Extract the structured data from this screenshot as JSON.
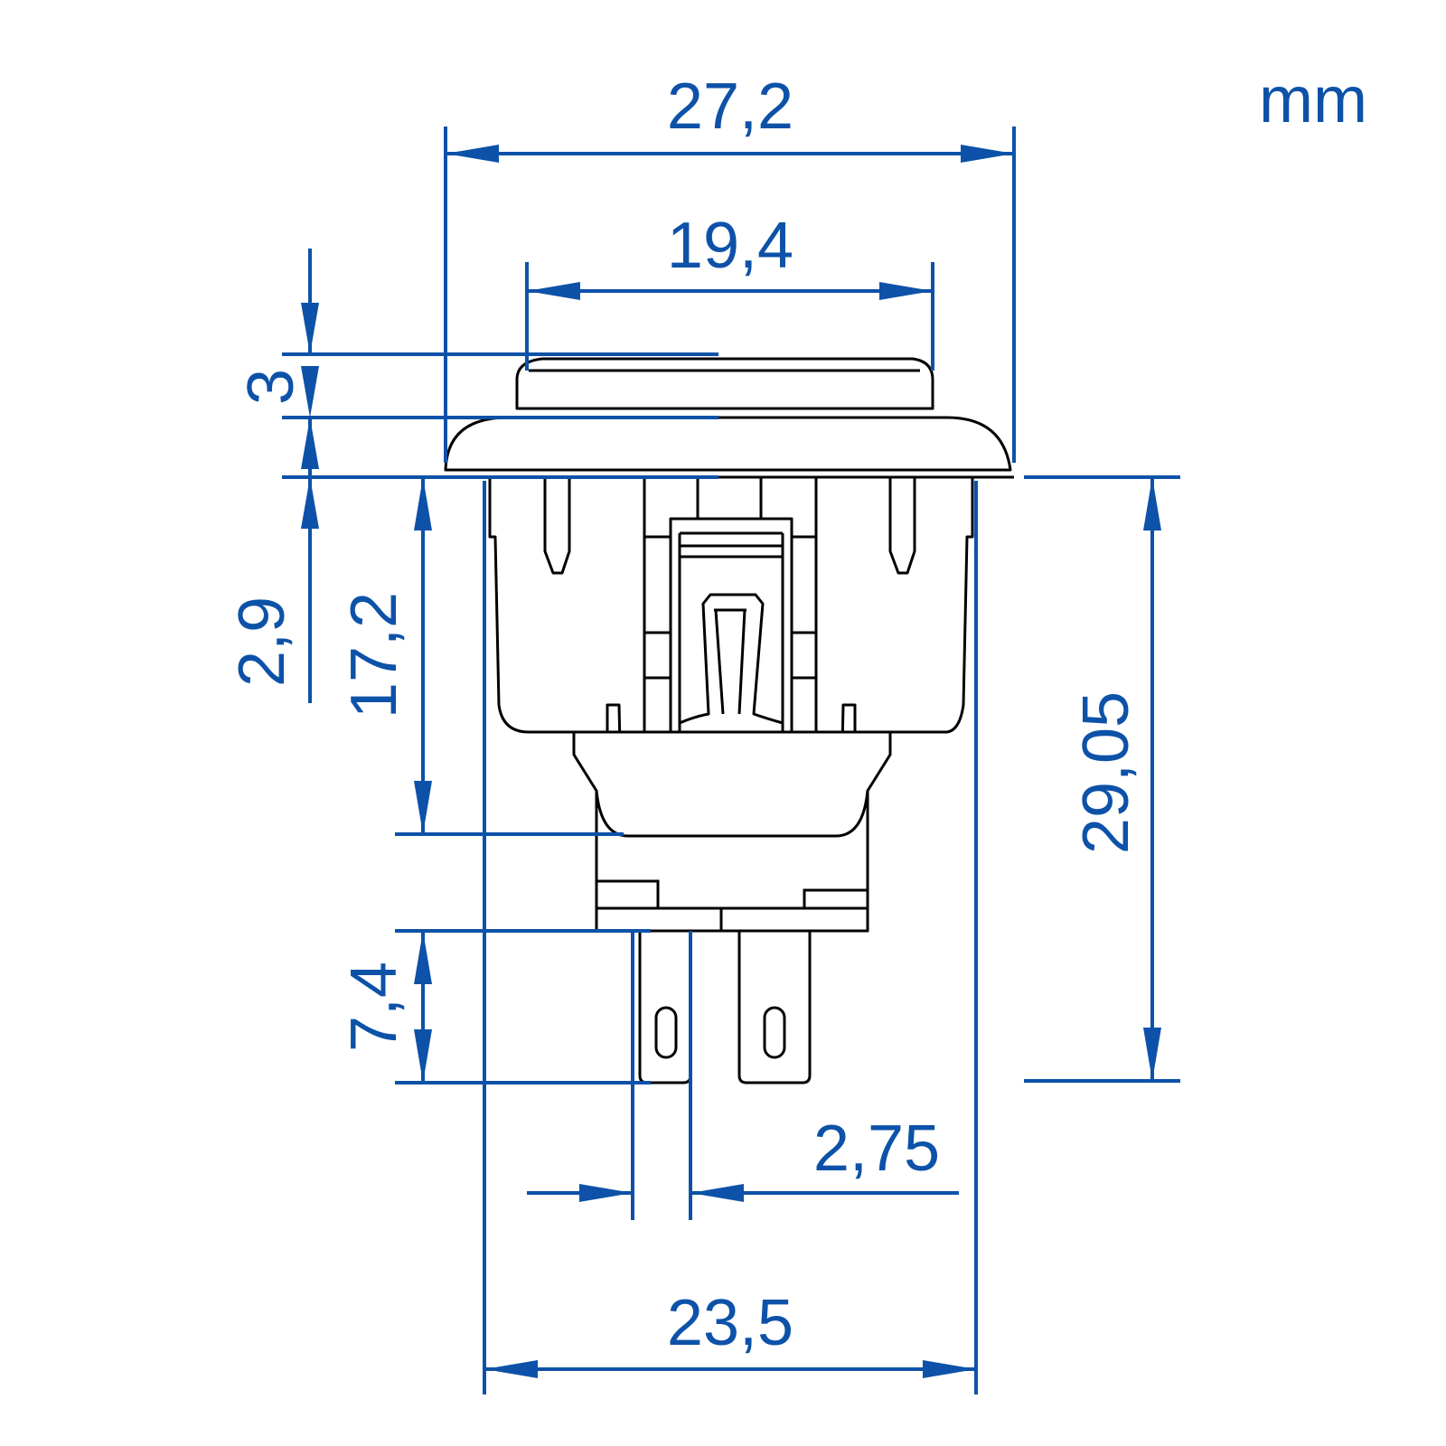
{
  "drawing": {
    "unit": "mm",
    "colors": {
      "dimension": "#0d52a8",
      "outline": "#000000",
      "background": "#ffffff"
    },
    "dimensions": {
      "overall_flange_width": "27,2",
      "cap_width": "19,4",
      "cap_height": "3",
      "flange_thickness": "2,9",
      "body_height": "17,2",
      "overall_height": "29,05",
      "terminal_length": "7,4",
      "terminal_width": "2,75",
      "body_width": "23,5"
    }
  }
}
